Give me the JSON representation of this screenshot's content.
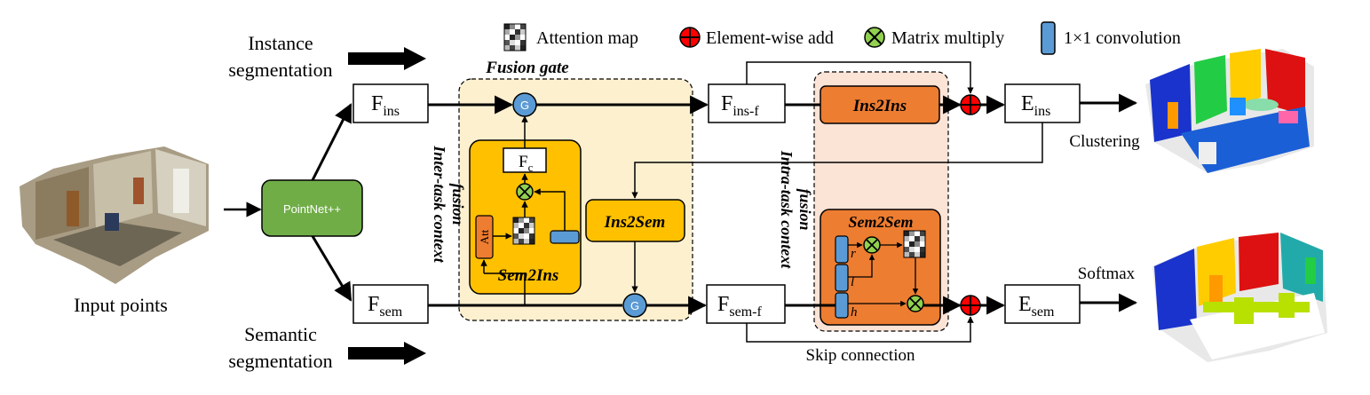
{
  "legend": {
    "attention_map": "Attention map",
    "element_add": "Element-wise add",
    "matrix_multiply": "Matrix multiply",
    "conv1x1": "1×1 convolution"
  },
  "task_labels": {
    "instance_line1": "Instance",
    "instance_line2": "segmentation",
    "semantic_line1": "Semantic",
    "semantic_line2": "segmentation"
  },
  "input": {
    "label": "Input points",
    "backbone": "PointNet++"
  },
  "features": {
    "F": "F",
    "ins_sub": "ins",
    "sem_sub": "sem",
    "ins_f_sub": "ins-f",
    "sem_f_sub": "sem-f",
    "c_sub": "c",
    "E": "E"
  },
  "modules": {
    "fusion_gate": "Fusion gate",
    "gate_symbol": "G",
    "sem2ins": "Sem2Ins",
    "ins2sem": "Ins2Sem",
    "ins2ins": "Ins2Ins",
    "sem2sem": "Sem2Sem",
    "att": "Att",
    "inter_task_line1": "Inter-task context",
    "inter_task_line2": "fusion",
    "intra_task_line1": "Intra-task context",
    "intra_task_line2": "fusion",
    "r": "r",
    "l": "l",
    "h": "h"
  },
  "outputs": {
    "clustering": "Clustering",
    "softmax": "Softmax",
    "skip_connection": "Skip connection"
  },
  "colors": {
    "fusion_bg": "#fdf0cf",
    "intra_bg": "#fbe3d6",
    "sem2ins_fill": "#ffc000",
    "ins2sem_fill": "#ffc000",
    "orange_module": "#ed7d31",
    "pointnet_fill": "#70ad47",
    "gate_fill": "#5b9bd5",
    "conv_fill": "#5b9bd5",
    "add_fill": "#ff0000",
    "multiply_fill": "#92d050"
  }
}
